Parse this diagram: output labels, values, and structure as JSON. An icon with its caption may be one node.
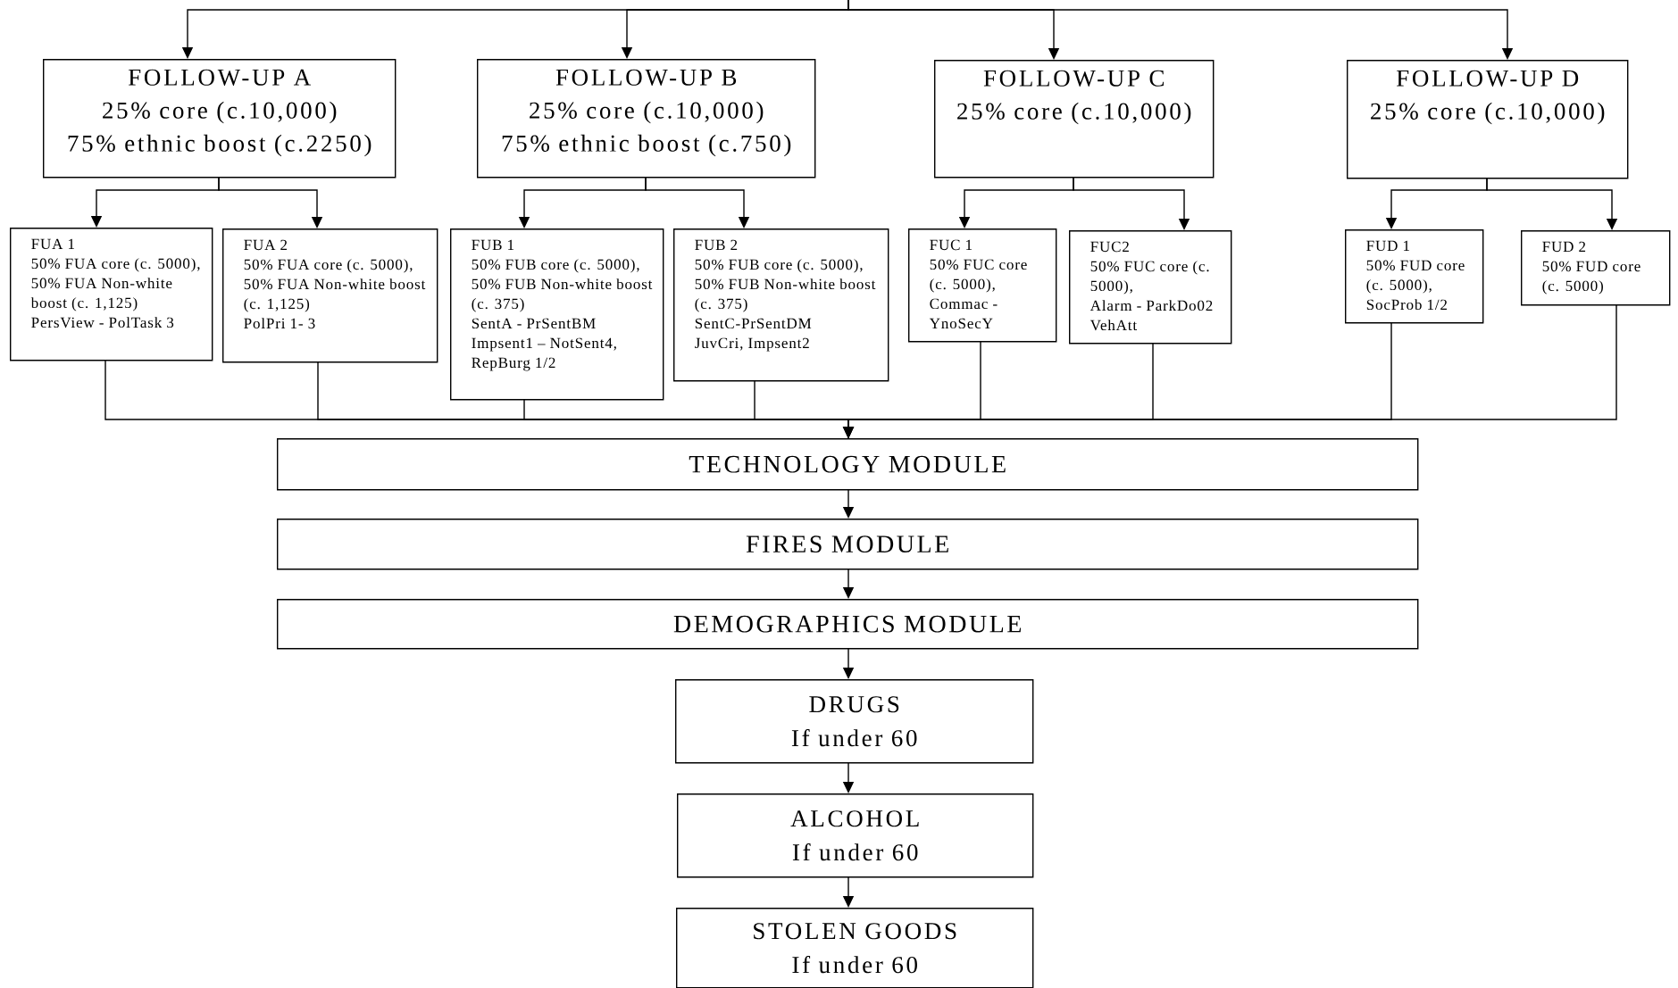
{
  "diagram": {
    "nodes": [
      {
        "text": [
          "FOLLOW-UP A",
          "25% core (c.10,000)",
          "75% ethnic boost (c.2250)"
        ]
      },
      {
        "text": [
          "FOLLOW-UP B",
          "25% core (c.10,000)",
          "75% ethnic boost (c.750)"
        ]
      },
      {
        "text": [
          "FOLLOW-UP C",
          "25% core (c.10,000)"
        ]
      },
      {
        "text": [
          "FOLLOW-UP D",
          "25% core (c.10,000)"
        ]
      },
      {
        "text": [
          "FUA 1",
          "50% FUA core (c. 5000), 50% FUA Non-white boost (c. 1,125)",
          "PersView - PolTask 3"
        ]
      },
      {
        "text": [
          "FUA 2",
          "50% FUA core (c. 5000), 50% FUA Non-white boost (c. 1,125)",
          "PolPri 1- 3"
        ]
      },
      {
        "text": [
          "FUB 1",
          "50% FUB core (c. 5000), 50% FUB Non-white boost (c. 375)",
          "SentA - PrSentBM",
          "Impsent1 – NotSent4, RepBurg 1/2"
        ]
      },
      {
        "text": [
          "FUB 2",
          "50% FUB core (c. 5000), 50% FUB Non-white boost (c. 375)",
          "SentC-PrSentDM",
          "JuvCri, Impsent2"
        ]
      },
      {
        "text": [
          "FUC 1",
          "50% FUC core (c. 5000),",
          "Commac - YnoSecY"
        ]
      },
      {
        "text": [
          "FUC2",
          "50% FUC core (c. 5000),",
          "Alarm - ParkDo02 VehAtt"
        ]
      },
      {
        "text": [
          "FUD 1",
          "50% FUD core (c. 5000),",
          "SocProb 1/2"
        ]
      },
      {
        "text": [
          "FUD 2",
          "50% FUD core (c. 5000)"
        ]
      },
      {
        "text": [
          "TECHNOLOGY MODULE"
        ]
      },
      {
        "text": [
          "FIRES MODULE"
        ]
      },
      {
        "text": [
          "DEMOGRAPHICS MODULE"
        ]
      },
      {
        "text": [
          "DRUGS",
          "If under 60"
        ]
      },
      {
        "text": [
          "ALCOHOL",
          "If under 60"
        ]
      },
      {
        "text": [
          "STOLEN GOODS",
          "If under 60"
        ]
      }
    ],
    "edges": [
      {
        "from": null,
        "to": 0,
        "arrow": "to"
      },
      {
        "from": null,
        "to": 1,
        "arrow": "to"
      },
      {
        "from": null,
        "to": 2,
        "arrow": "to"
      },
      {
        "from": null,
        "to": 3,
        "arrow": "to"
      },
      {
        "from": 0,
        "to": 4,
        "arrow": "to"
      },
      {
        "from": 0,
        "to": 5,
        "arrow": "to"
      },
      {
        "from": 1,
        "to": 6,
        "arrow": "to"
      },
      {
        "from": 1,
        "to": 7,
        "arrow": "to"
      },
      {
        "from": 2,
        "to": 8,
        "arrow": "to"
      },
      {
        "from": 2,
        "to": 9,
        "arrow": "to"
      },
      {
        "from": 3,
        "to": 10,
        "arrow": "to"
      },
      {
        "from": 3,
        "to": 11,
        "arrow": "to"
      },
      {
        "from": 4,
        "to": 12,
        "arrow": "to"
      },
      {
        "from": 5,
        "to": 12,
        "arrow": "to"
      },
      {
        "from": 6,
        "to": 12,
        "arrow": "to"
      },
      {
        "from": 7,
        "to": 12,
        "arrow": "to"
      },
      {
        "from": 8,
        "to": 12,
        "arrow": "to"
      },
      {
        "from": 9,
        "to": 12,
        "arrow": "to"
      },
      {
        "from": 10,
        "to": 12,
        "arrow": "to"
      },
      {
        "from": 11,
        "to": 12,
        "arrow": "to"
      },
      {
        "from": 12,
        "to": 13,
        "arrow": "to"
      },
      {
        "from": 13,
        "to": 14,
        "arrow": "to"
      },
      {
        "from": 14,
        "to": 15,
        "arrow": "to"
      },
      {
        "from": 15,
        "to": 16,
        "arrow": "to"
      },
      {
        "from": 16,
        "to": 17,
        "arrow": "to"
      }
    ]
  }
}
